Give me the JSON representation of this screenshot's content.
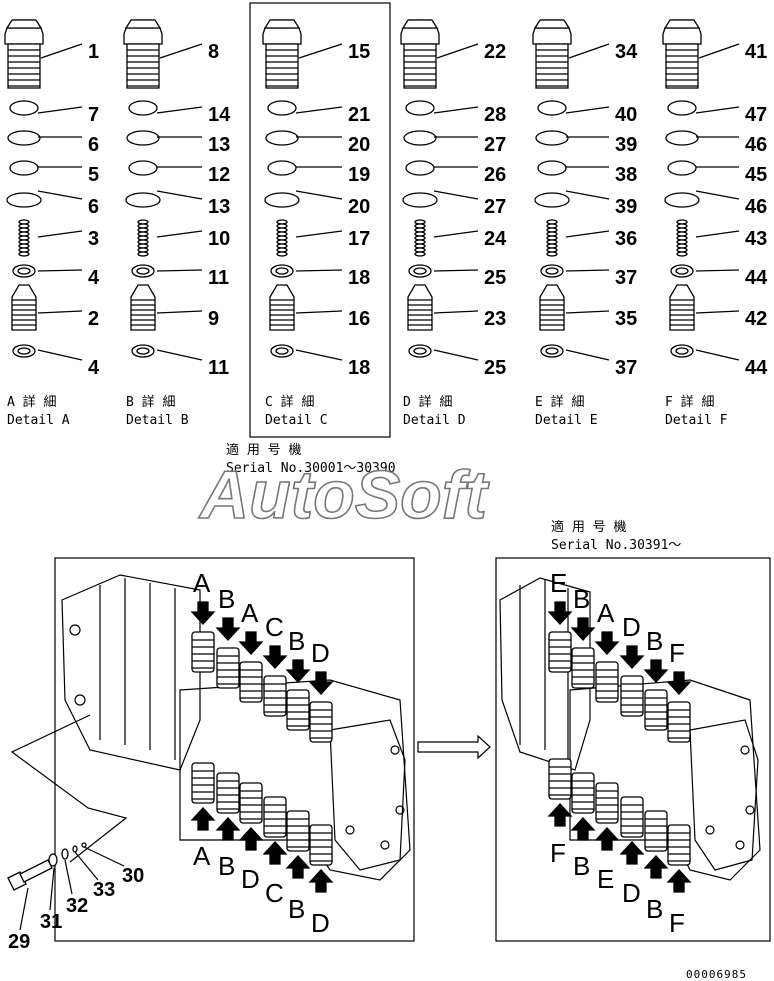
{
  "columns": [
    {
      "label_jp": "A 詳 細",
      "label_en": "Detail A",
      "parts": [
        "1",
        "7",
        "6",
        "5",
        "6",
        "3",
        "4",
        "2",
        "4"
      ]
    },
    {
      "label_jp": "B 詳 細",
      "label_en": "Detail B",
      "parts": [
        "8",
        "14",
        "13",
        "12",
        "13",
        "10",
        "11",
        "9",
        "11"
      ]
    },
    {
      "label_jp": "C 詳 細",
      "label_en": "Detail C",
      "parts": [
        "15",
        "21",
        "20",
        "19",
        "20",
        "17",
        "18",
        "16",
        "18"
      ]
    },
    {
      "label_jp": "D 詳 細",
      "label_en": "Detail D",
      "parts": [
        "22",
        "28",
        "27",
        "26",
        "27",
        "24",
        "25",
        "23",
        "25"
      ]
    },
    {
      "label_jp": "E 詳 細",
      "label_en": "Detail E",
      "parts": [
        "34",
        "40",
        "39",
        "38",
        "39",
        "36",
        "37",
        "35",
        "37"
      ]
    },
    {
      "label_jp": "F 詳 細",
      "label_en": "Detail F",
      "parts": [
        "41",
        "47",
        "46",
        "45",
        "46",
        "43",
        "44",
        "42",
        "44"
      ]
    }
  ],
  "serial_left": {
    "jp": "適 用 号 機",
    "en": "Serial No.30001～30390"
  },
  "serial_right": {
    "jp": "適 用 号 機",
    "en": "Serial No.30391～"
  },
  "watermark": "AutoSoft",
  "left_top_letters": [
    "A",
    "B",
    "A",
    "C",
    "B",
    "D"
  ],
  "left_bottom_letters": [
    "A",
    "B",
    "D",
    "C",
    "B",
    "D"
  ],
  "right_top_letters": [
    "E",
    "B",
    "A",
    "D",
    "B",
    "F"
  ],
  "right_bottom_letters": [
    "F",
    "B",
    "E",
    "D",
    "B",
    "F"
  ],
  "plug_parts": [
    "29",
    "31",
    "32",
    "33",
    "30"
  ],
  "doc_number": "00006985"
}
